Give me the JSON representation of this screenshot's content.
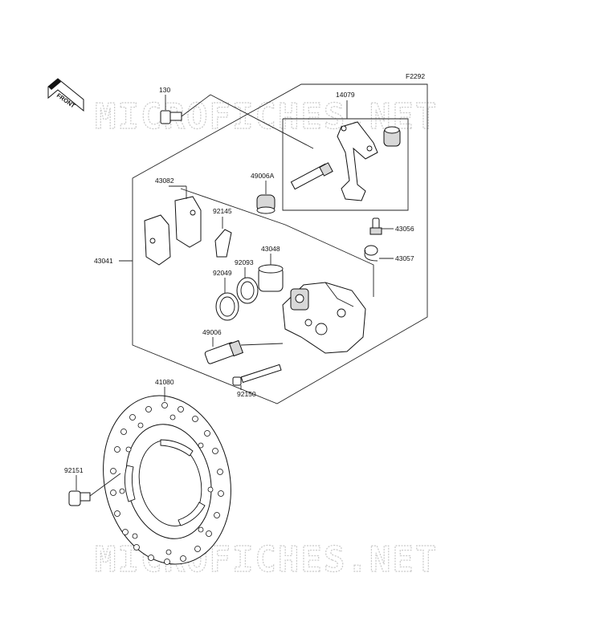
{
  "figure_code": "F2292",
  "watermark_text": "MICROFICHES.NET",
  "front_badge": "FRONT",
  "parts": {
    "p130": "130",
    "p14079": "14079",
    "p43082": "43082",
    "p49006A": "49006A",
    "p92145": "92145",
    "p43056": "43056",
    "p43048": "43048",
    "p43041": "43041",
    "p92093": "92093",
    "p43057": "43057",
    "p92049": "92049",
    "p49006": "49006",
    "p92150": "92150",
    "p41080": "41080",
    "p92151": "92151"
  }
}
